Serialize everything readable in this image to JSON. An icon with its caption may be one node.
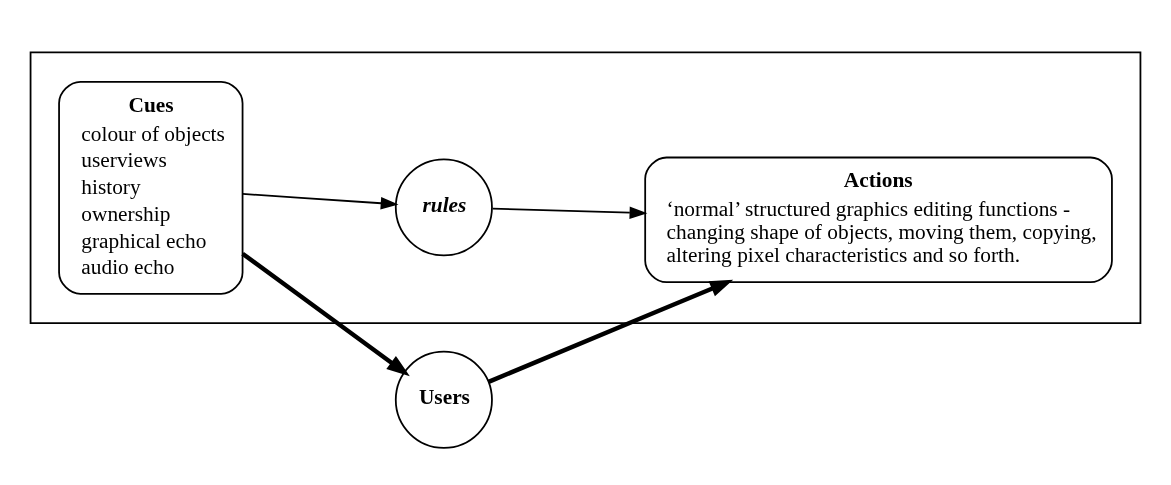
{
  "diagram": {
    "nodes": [
      {
        "text": [],
        "shape": "box"
      },
      {
        "text": [
          "Cues",
          "colour of objects",
          "userviews",
          "history",
          "ownership",
          "graphical echo",
          "audio echo"
        ],
        "in": 0
      },
      {
        "text": [
          "rules"
        ],
        "in": 0
      },
      {
        "text": [
          "Actions",
          "‘normal’ structured graphics editing functions - changing shape of objects, moving them, copying, altering pixel characteristics and so forth."
        ],
        "in": 0
      },
      {
        "text": [
          "Users"
        ]
      }
    ],
    "edges": [
      {
        "from": 1,
        "to": 2,
        "arrow": "to"
      },
      {
        "from": 2,
        "to": 3,
        "arrow": "to"
      },
      {
        "from": 1,
        "to": 4,
        "arrow": "to",
        "style": "thick"
      },
      {
        "from": 4,
        "to": 3,
        "arrow": "to",
        "style": "thick"
      }
    ]
  }
}
